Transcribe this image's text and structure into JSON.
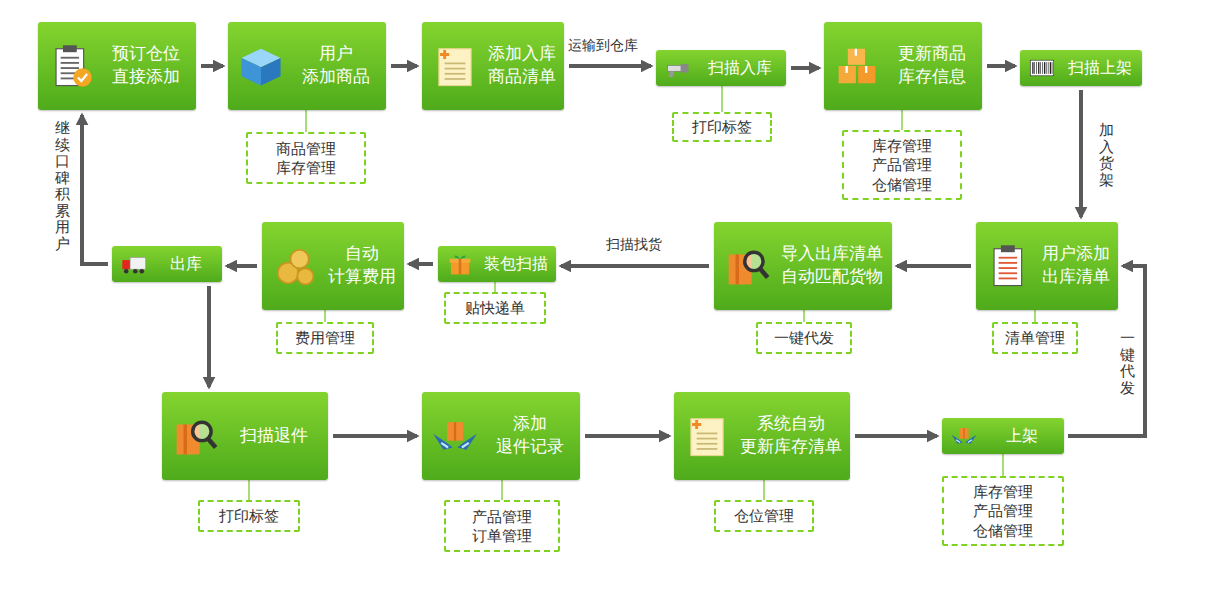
{
  "diagram": {
    "nodes": [
      {
        "text": [
          "预订仓位 直接添加"
        ]
      },
      {
        "text": [
          "用户 添加商品"
        ]
      },
      {
        "text": [
          "商品管理 库存管理"
        ]
      },
      {
        "text": [
          "添加入库 商品清单"
        ]
      },
      {
        "text": [
          "扫描入库"
        ]
      },
      {
        "text": [
          "打印标签"
        ]
      },
      {
        "text": [
          "更新商品 库存信息"
        ]
      },
      {
        "text": [
          "库存管理 产品管理 仓储管理"
        ]
      },
      {
        "text": [
          "扫描上架"
        ]
      },
      {
        "text": [
          "出库"
        ]
      },
      {
        "text": [
          "自动 计算费用"
        ]
      },
      {
        "text": [
          "费用管理"
        ]
      },
      {
        "text": [
          "装包扫描"
        ]
      },
      {
        "text": [
          "贴快递单"
        ]
      },
      {
        "text": [
          "导入出库清单 自动匹配货物"
        ]
      },
      {
        "text": [
          "一键代发"
        ]
      },
      {
        "text": [
          "用户添加 出库清单"
        ]
      },
      {
        "text": [
          "清单管理"
        ]
      },
      {
        "text": [
          "扫描退件"
        ]
      },
      {
        "text": [
          "打印标签"
        ]
      },
      {
        "text": [
          "添加 退件记录"
        ]
      },
      {
        "text": [
          "产品管理 订单管理"
        ]
      },
      {
        "text": [
          "系统自动 更新库存清单"
        ]
      },
      {
        "text": [
          "仓位管理"
        ]
      },
      {
        "text": [
          "上架"
        ]
      },
      {
        "text": [
          "库存管理 产品管理 仓储管理"
        ]
      }
    ],
    "edges": [
      {
        "from": 0,
        "to": 1,
        "arrow": "to"
      },
      {
        "from": 1,
        "to": 3,
        "arrow": "to"
      },
      {
        "from": 3,
        "to": 4,
        "label": "运输到仓库",
        "arrow": "to"
      },
      {
        "from": 4,
        "to": 6,
        "arrow": "to"
      },
      {
        "from": 6,
        "to": 8,
        "arrow": "to"
      },
      {
        "from": 8,
        "to": 16,
        "label": "加入货架",
        "arrow": "to"
      },
      {
        "from": 16,
        "to": 14,
        "arrow": "to"
      },
      {
        "from": 14,
        "to": 12,
        "label": "扫描找货",
        "arrow": "to"
      },
      {
        "from": 12,
        "to": 10,
        "arrow": "to"
      },
      {
        "from": 10,
        "to": 9,
        "arrow": "to"
      },
      {
        "from": 9,
        "to": 0,
        "label": "继续口碑积累用户",
        "arrow": "to"
      },
      {
        "from": 9,
        "to": 18,
        "arrow": "to"
      },
      {
        "from": 18,
        "to": 20,
        "arrow": "to"
      },
      {
        "from": 20,
        "to": 22,
        "arrow": "to"
      },
      {
        "from": 22,
        "to": 24,
        "arrow": "to"
      },
      {
        "from": 24,
        "to": 16,
        "label": "一键代发",
        "arrow": "to"
      },
      {
        "from": 1,
        "to": 2,
        "arrow": "none"
      },
      {
        "from": 4,
        "to": 5,
        "arrow": "none"
      },
      {
        "from": 6,
        "to": 7,
        "arrow": "none"
      },
      {
        "from": 10,
        "to": 11,
        "arrow": "none"
      },
      {
        "from": 12,
        "to": 13,
        "arrow": "none"
      },
      {
        "from": 14,
        "to": 15,
        "arrow": "none"
      },
      {
        "from": 16,
        "to": 17,
        "arrow": "none"
      },
      {
        "from": 18,
        "to": 19,
        "arrow": "none"
      },
      {
        "from": 20,
        "to": 21,
        "arrow": "none"
      },
      {
        "from": 22,
        "to": 23,
        "arrow": "none"
      },
      {
        "from": 24,
        "to": 25,
        "arrow": "none"
      }
    ]
  }
}
